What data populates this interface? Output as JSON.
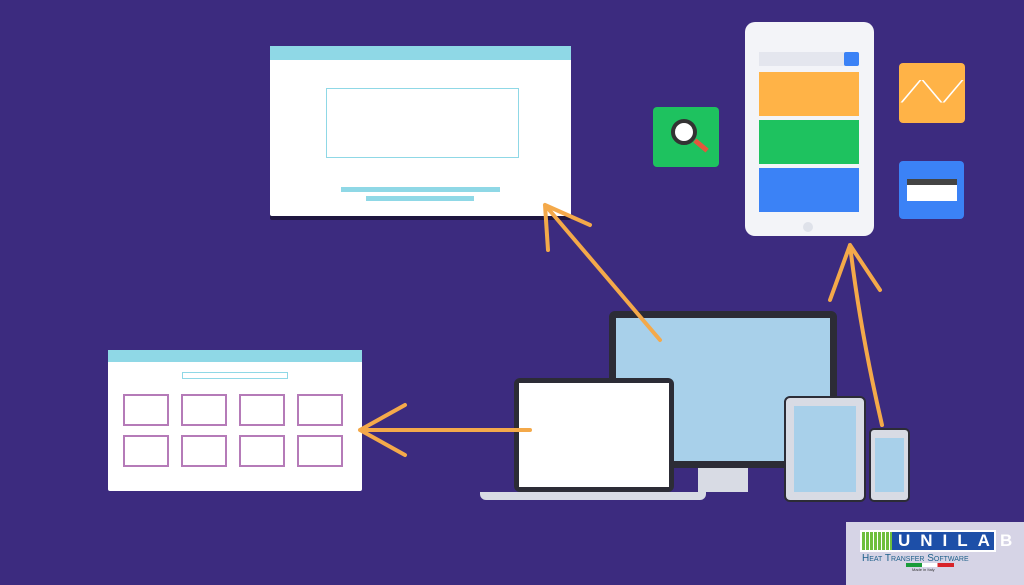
{
  "logo": {
    "brand": "UNILAB",
    "tagline": "Heat Transfer Software",
    "subtag": "Made in Italy"
  },
  "colors": {
    "background": "#3c2b7f",
    "arrow": "#f4a94a",
    "orange_block": "#ffb347",
    "green_block": "#1ec25f",
    "blue_block": "#3b82f6",
    "accent_cyan": "#8fd8e6"
  },
  "icons": [
    "search-icon",
    "chart-line-icon",
    "card-icon",
    "monitor-icon",
    "laptop-icon",
    "tablet-icon",
    "phone-icon"
  ]
}
